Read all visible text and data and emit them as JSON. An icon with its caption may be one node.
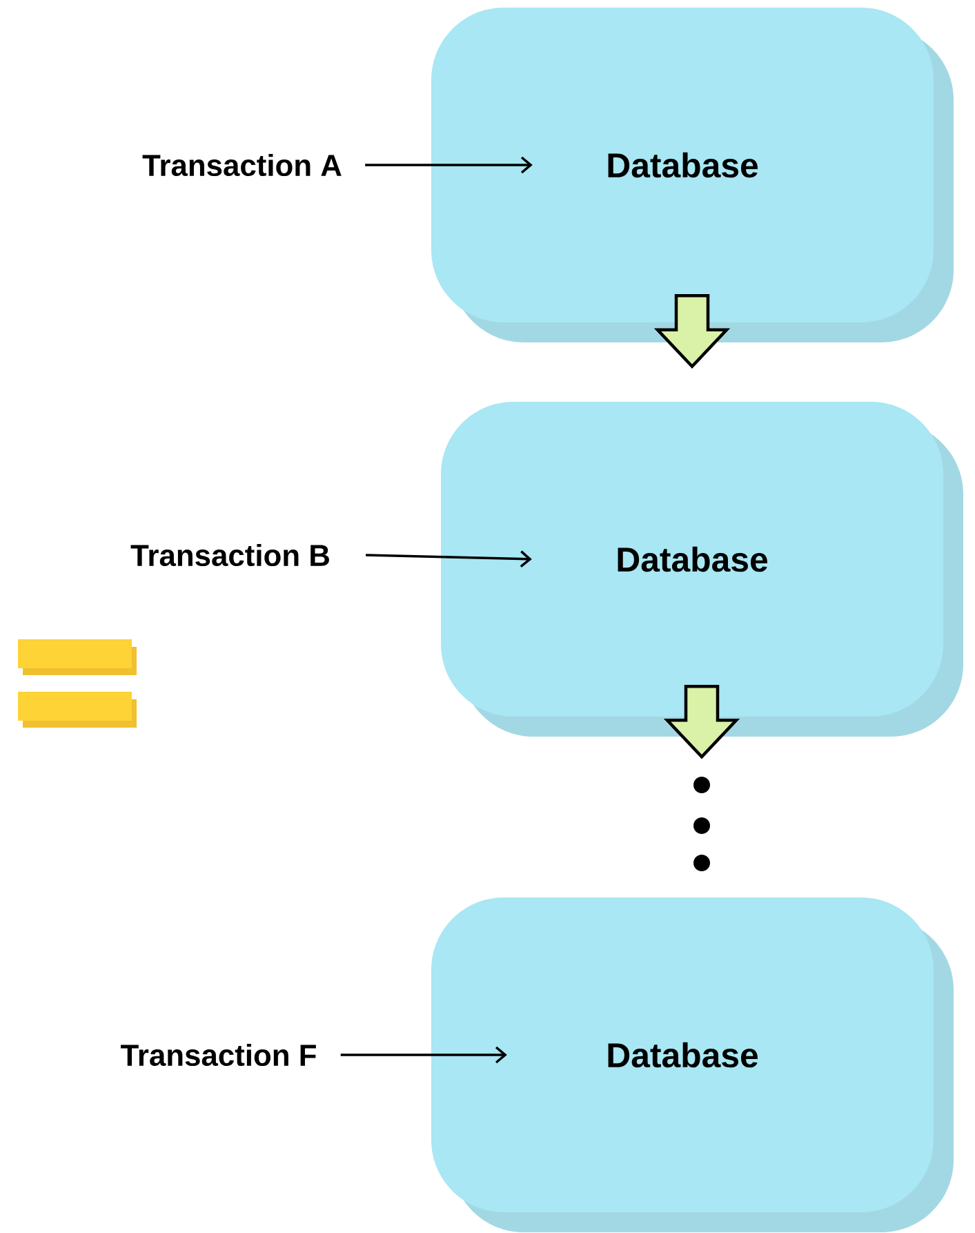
{
  "diagram": {
    "nodes": [
      {
        "text": [
          "Transaction A"
        ]
      },
      {
        "text": [
          "Database"
        ]
      },
      {
        "text": [
          "Transaction B"
        ]
      },
      {
        "text": [
          "Database"
        ]
      },
      {
        "text": [
          "Transaction F"
        ]
      },
      {
        "text": [
          "Database"
        ]
      }
    ],
    "edges": [
      {
        "from": 0,
        "to": 1,
        "arrow": "to"
      },
      {
        "from": 1,
        "to": 3,
        "arrow": "to",
        "style": "thick",
        "color": "#d9f2a8"
      },
      {
        "from": 2,
        "to": 3,
        "arrow": "to"
      },
      {
        "from": 3,
        "to": null,
        "arrow": "to",
        "style": "thick",
        "color": "#d9f2a8"
      },
      {
        "from": 4,
        "to": 5,
        "arrow": "to"
      }
    ]
  }
}
